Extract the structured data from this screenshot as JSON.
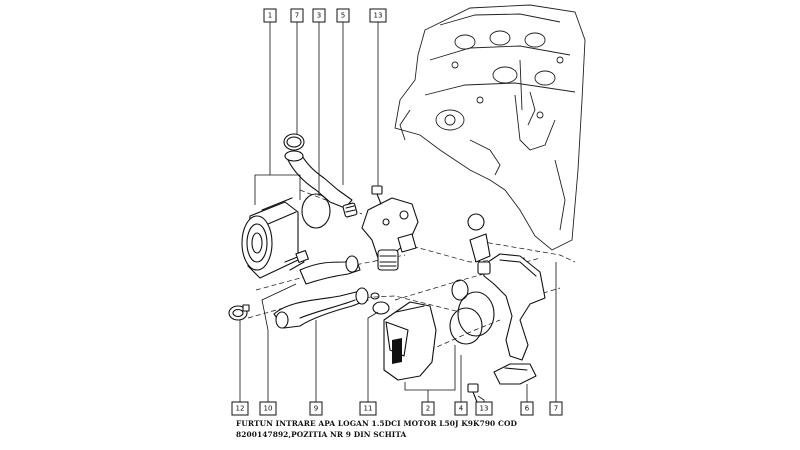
{
  "callouts": {
    "top": [
      "1",
      "7",
      "3",
      "5",
      "13"
    ],
    "bottom": [
      "12",
      "10",
      "9",
      "11",
      "2",
      "4",
      "13",
      "6",
      "7"
    ]
  },
  "caption": {
    "line1": "FURTUN INTRARE APA LOGAN 1.5DCI MOTOR L50J K9K790 COD",
    "line2": "8200147892,POZITIA NR 9 DIN SCHITA"
  }
}
